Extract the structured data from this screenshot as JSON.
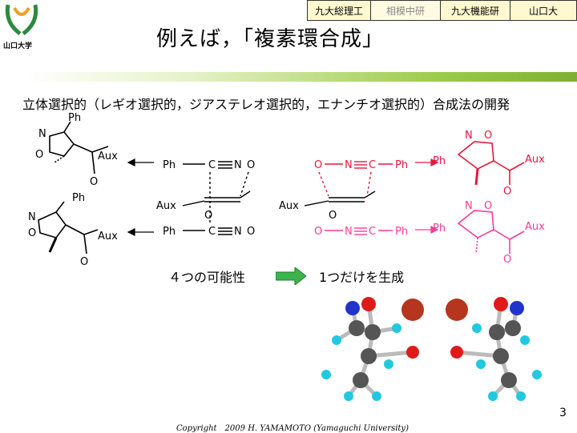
{
  "header": {
    "tabs": [
      {
        "label": "九大総理工"
      },
      {
        "label": "相模中研"
      },
      {
        "label": "九大機能研"
      },
      {
        "label": "山口大"
      }
    ],
    "logo_text": "山口大学"
  },
  "slide": {
    "title": "例えば，「複素環合成」",
    "subtitle": "立体選択的（レギオ選択的，ジアステレオ選択的，エナンチオ選択的）合成法の開発",
    "label_four": "４つの可能性",
    "label_one": "1つだけを生成",
    "copyright": "Copyright　2009 H. YAMAMOTO (Yamaguchi University)",
    "page_number": "3"
  },
  "chem": {
    "ph": "Ph",
    "aux": "Aux",
    "o": "O",
    "n": "N",
    "c": "C"
  },
  "colors": {
    "black_structures": "#000000",
    "red_structures": "#e8163c",
    "pink_structures": "#ff3a9a",
    "arrow_green": "#3cb44b",
    "tab_highlight": "#fff8d0"
  }
}
